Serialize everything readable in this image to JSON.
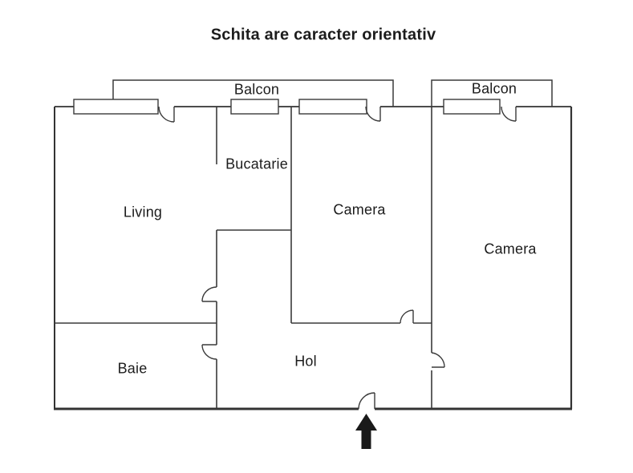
{
  "title": "Schita are caracter orientativ",
  "labels": {
    "balcon_left": "Balcon",
    "balcon_right": "Balcon",
    "bucatarie": "Bucatarie",
    "living": "Living",
    "camera_middle": "Camera",
    "camera_right": "Camera",
    "baie": "Baie",
    "hol": "Hol"
  },
  "icons": {
    "entrance_arrow": "up-arrow-icon"
  },
  "colors": {
    "wall": "#3a3a3a",
    "outer_wall": "#333333",
    "window": "#3a3a3a",
    "door": "#3a3a3a",
    "balcony": "#3a3a3a",
    "arrow": "#1a1a1a",
    "text": "#1c1c1c",
    "background": "#ffffff"
  }
}
